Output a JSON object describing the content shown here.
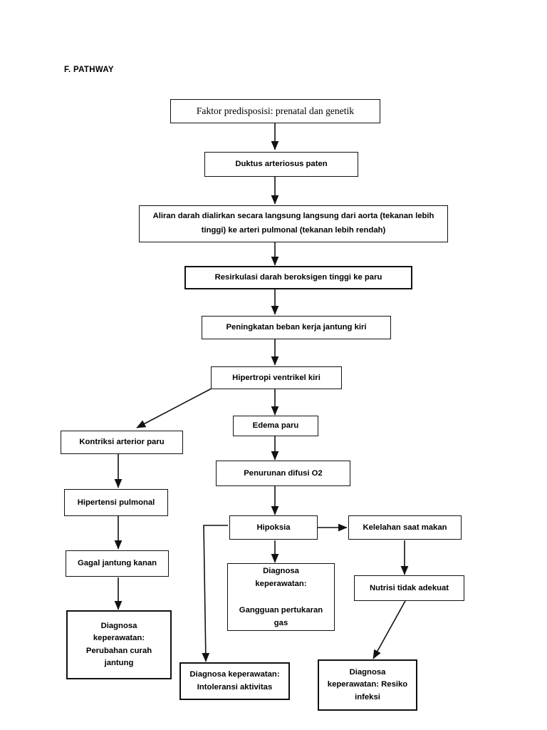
{
  "document": {
    "heading": "F. PATHWAY"
  },
  "nodes": [
    {
      "id": "faktor",
      "label": "Faktor predisposisi: prenatal dan genetik"
    },
    {
      "id": "duktus",
      "label": "Duktus arteriosus paten"
    },
    {
      "id": "aliran",
      "label": "Aliran darah dialirkan secara langsung langsung dari aorta (tekanan lebih tinggi) ke arteri pulmonal (tekanan lebih rendah)"
    },
    {
      "id": "resirkulasi",
      "label": "Resirkulasi darah beroksigen tinggi ke paru"
    },
    {
      "id": "peningkatan",
      "label": "Peningkatan beban kerja jantung kiri"
    },
    {
      "id": "hipertropi",
      "label": "Hipertropi ventrikel kiri"
    },
    {
      "id": "kontriksi",
      "label": "Kontriksi arterior paru"
    },
    {
      "id": "edema",
      "label": "Edema paru"
    },
    {
      "id": "hipertensi",
      "label": "Hipertensi pulmonal"
    },
    {
      "id": "penurunan",
      "label": "Penurunan difusi O2"
    },
    {
      "id": "gagal",
      "label": "Gagal jantung kanan"
    },
    {
      "id": "hipoksia",
      "label": "Hipoksia"
    },
    {
      "id": "kelelahan",
      "label": "Kelelahan saat makan"
    },
    {
      "id": "dx-gas",
      "label": "Diagnosa\nkeperawatan:\n\nGangguan pertukaran\ngas"
    },
    {
      "id": "nutrisi",
      "label": "Nutrisi tidak adekuat"
    },
    {
      "id": "dx-curah",
      "label": "Diagnosa\nkeperawatan:\nPerubahan curah\njantung"
    },
    {
      "id": "dx-intoleransi",
      "label": "Diagnosa keperawatan:\nIntoleransi aktivitas"
    },
    {
      "id": "dx-infeksi",
      "label": "Diagnosa\nkeperawatan: Resiko\ninfeksi"
    }
  ],
  "edges": [
    {
      "from": "faktor",
      "to": "duktus",
      "kind": "straight-down"
    },
    {
      "from": "duktus",
      "to": "aliran",
      "kind": "straight-down"
    },
    {
      "from": "aliran",
      "to": "resirkulasi",
      "kind": "straight-down"
    },
    {
      "from": "resirkulasi",
      "to": "peningkatan",
      "kind": "straight-down"
    },
    {
      "from": "peningkatan",
      "to": "hipertropi",
      "kind": "straight-down"
    },
    {
      "from": "hipertropi",
      "to": "kontriksi",
      "kind": "diagonal"
    },
    {
      "from": "hipertropi",
      "to": "edema",
      "kind": "straight-down"
    },
    {
      "from": "kontriksi",
      "to": "hipertensi",
      "kind": "straight-down"
    },
    {
      "from": "edema",
      "to": "penurunan",
      "kind": "straight-down"
    },
    {
      "from": "hipertensi",
      "to": "gagal",
      "kind": "straight-down"
    },
    {
      "from": "penurunan",
      "to": "hipoksia",
      "kind": "straight-down"
    },
    {
      "from": "gagal",
      "to": "dx-curah",
      "kind": "straight-down"
    },
    {
      "from": "hipoksia",
      "to": "kelelahan",
      "kind": "straight-right"
    },
    {
      "from": "hipoksia",
      "to": "dx-gas",
      "kind": "straight-down"
    },
    {
      "from": "hipoksia",
      "to": "dx-intoleransi",
      "kind": "elbow-left-down"
    },
    {
      "from": "kelelahan",
      "to": "nutrisi",
      "kind": "straight-down"
    },
    {
      "from": "nutrisi",
      "to": "dx-infeksi",
      "kind": "diagonal"
    }
  ],
  "style": {
    "stroke": "#111111",
    "background": "#ffffff",
    "text": "#000000"
  }
}
